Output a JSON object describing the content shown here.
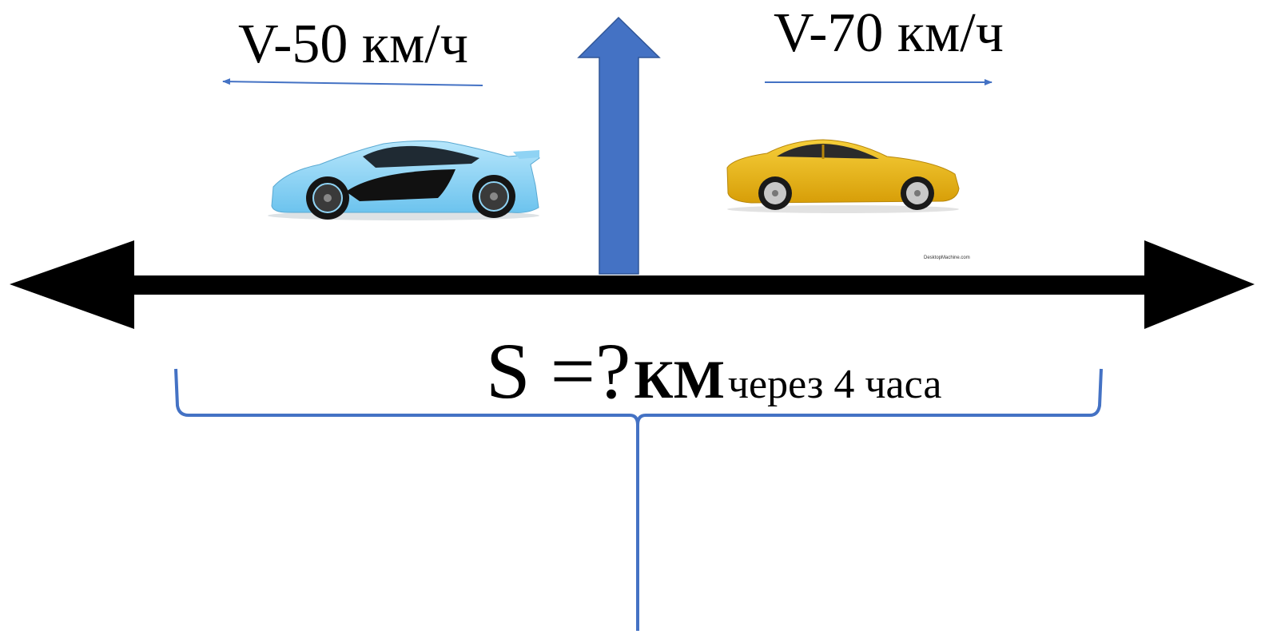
{
  "left_car": {
    "speed_label": "V-50 км/ч",
    "direction": "left",
    "color": "#8fd3f4",
    "icon": "blue-sports-car-icon"
  },
  "right_car": {
    "speed_label": "V-70 км/ч",
    "direction": "right",
    "color": "#e8b60f",
    "icon": "yellow-coupe-icon"
  },
  "question": {
    "s_part": "S =?",
    "unit": "КМ",
    "time": "через 4 часа"
  },
  "watermark": "DesktopMachine.com",
  "colors": {
    "accent_blue": "#4472c4",
    "road": "#000000"
  }
}
